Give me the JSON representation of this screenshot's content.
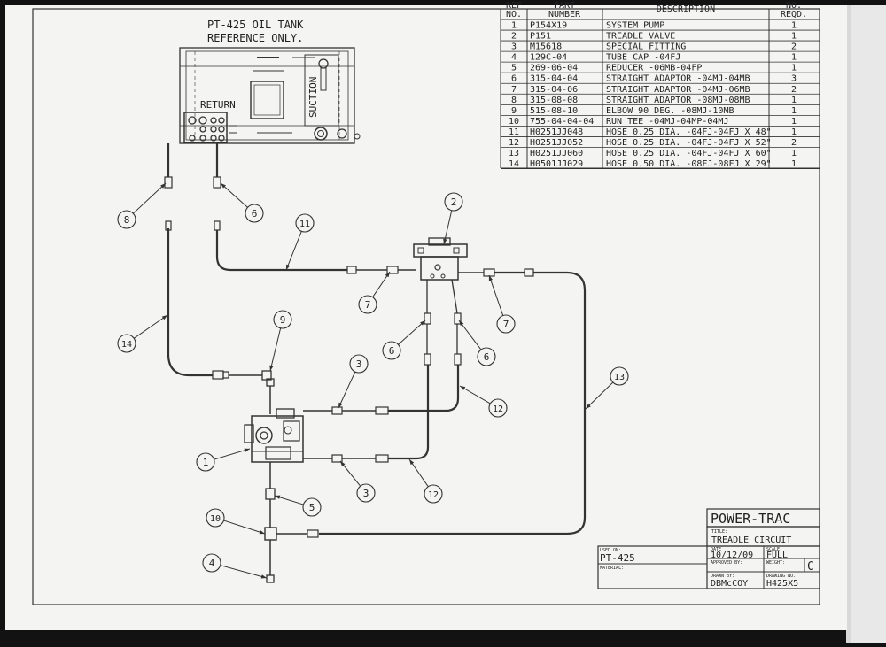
{
  "tank": {
    "title_line1": "PT-425 OIL TANK",
    "title_line2": "REFERENCE ONLY.",
    "return_label": "RETURN",
    "suction_label": "SUCTION"
  },
  "bom": {
    "headers": {
      "ref_line1": "REF",
      "ref_line2": "NO.",
      "part_line1": "PART",
      "part_line2": "NUMBER",
      "description": "DESCRIPTION",
      "qty_line1": "NO.",
      "qty_line2": "REQD."
    },
    "rows": [
      {
        "ref": "1",
        "part": "P154X19",
        "desc": "SYSTEM PUMP",
        "qty": "1"
      },
      {
        "ref": "2",
        "part": "P151",
        "desc": "TREADLE VALVE",
        "qty": "1"
      },
      {
        "ref": "3",
        "part": "M15618",
        "desc": "SPECIAL FITTING",
        "qty": "2"
      },
      {
        "ref": "4",
        "part": "129C-04",
        "desc": "TUBE CAP -04FJ",
        "qty": "1"
      },
      {
        "ref": "5",
        "part": "269-06-04",
        "desc": "REDUCER -06MB-04FP",
        "qty": "1"
      },
      {
        "ref": "6",
        "part": "315-04-04",
        "desc": "STRAIGHT ADAPTOR -04MJ-04MB",
        "qty": "3"
      },
      {
        "ref": "7",
        "part": "315-04-06",
        "desc": "STRAIGHT ADAPTOR -04MJ-06MB",
        "qty": "2"
      },
      {
        "ref": "8",
        "part": "315-08-08",
        "desc": "STRAIGHT ADAPTOR -08MJ-08MB",
        "qty": "1"
      },
      {
        "ref": "9",
        "part": "515-08-10",
        "desc": "ELBOW 90 DEG. -08MJ-10MB",
        "qty": "1"
      },
      {
        "ref": "10",
        "part": "755-04-04-04",
        "desc": "RUN TEE -04MJ-04MP-04MJ",
        "qty": "1"
      },
      {
        "ref": "11",
        "part": "H0251JJ048",
        "desc": "HOSE 0.25 DIA. -04FJ-04FJ X 48\"",
        "qty": "1"
      },
      {
        "ref": "12",
        "part": "H0251JJ052",
        "desc": "HOSE 0.25 DIA. -04FJ-04FJ X 52\"",
        "qty": "2"
      },
      {
        "ref": "13",
        "part": "H0251JJ060",
        "desc": "HOSE 0.25 DIA. -04FJ-04FJ X 60\"",
        "qty": "1"
      },
      {
        "ref": "14",
        "part": "H0501JJ029",
        "desc": "HOSE 0.50 DIA. -08FJ-08FJ X 29\"",
        "qty": "1"
      }
    ]
  },
  "callouts": [
    "1",
    "2",
    "3",
    "3",
    "4",
    "5",
    "6",
    "6",
    "6",
    "7",
    "7",
    "8",
    "9",
    "10",
    "11",
    "12",
    "12",
    "13",
    "14"
  ],
  "title_block": {
    "company": "POWER-TRAC",
    "title_label": "TITLE:",
    "title": "TREADLE CIRCUIT",
    "date_label": "DATE",
    "date": "10/12/09",
    "scale_label": "SCALE",
    "scale": "FULL",
    "approved_label": "APPROVED BY:",
    "weight_label": "WEIGHT:",
    "rev": "C",
    "drawn_label": "DRAWN BY:",
    "drawn_by": "DBMcCOY",
    "drawing_label": "DRAWING NO.",
    "drawing_no": "H425X5",
    "used_on_label": "USED ON:",
    "used_on": "PT-425",
    "material_label": "MATERIAL:"
  }
}
